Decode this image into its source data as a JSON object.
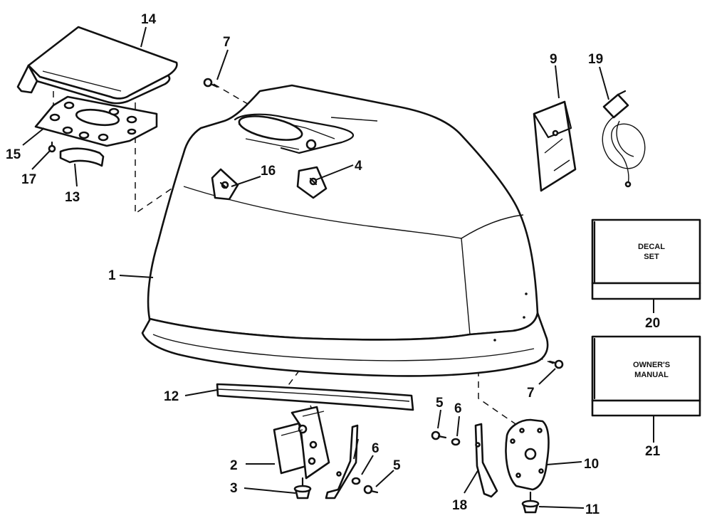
{
  "callouts": [
    "1",
    "2",
    "3",
    "4",
    "5",
    "5",
    "6",
    "6",
    "7",
    "7",
    "9",
    "10",
    "11",
    "12",
    "13",
    "14",
    "15",
    "16",
    "17",
    "18",
    "19",
    "20",
    "21"
  ],
  "boxes": {
    "decal": {
      "line1": "DECAL",
      "line2": "SET"
    },
    "manual": {
      "line1": "OWNER'S",
      "line2": "MANUAL"
    }
  }
}
